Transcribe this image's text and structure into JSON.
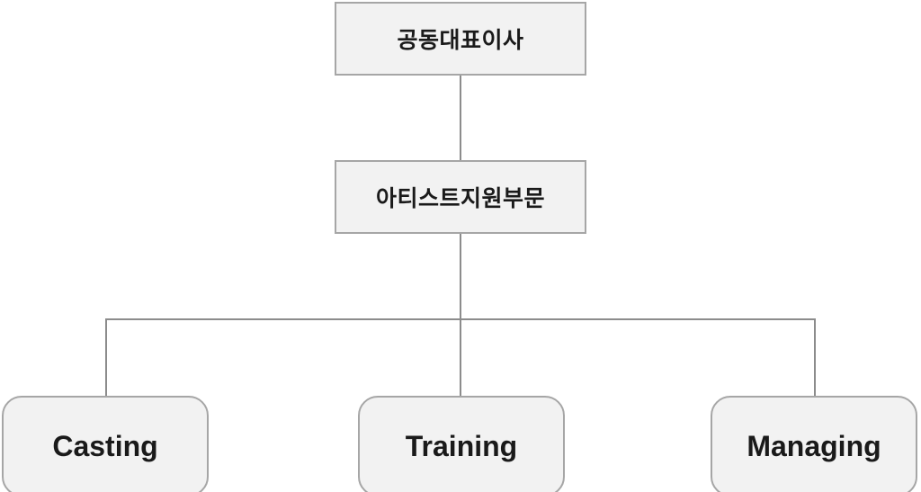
{
  "org_chart": {
    "root": {
      "label": "공동대표이사"
    },
    "division": {
      "label": "아티스트지원부문"
    },
    "children": [
      {
        "label": "Casting"
      },
      {
        "label": "Training"
      },
      {
        "label": "Managing"
      }
    ],
    "colors": {
      "box_fill": "#f2f2f2",
      "box_border": "#a6a6a6",
      "connector_line": "#8c8c8c",
      "text": "#1a1a1a",
      "background": "#ffffff"
    }
  }
}
